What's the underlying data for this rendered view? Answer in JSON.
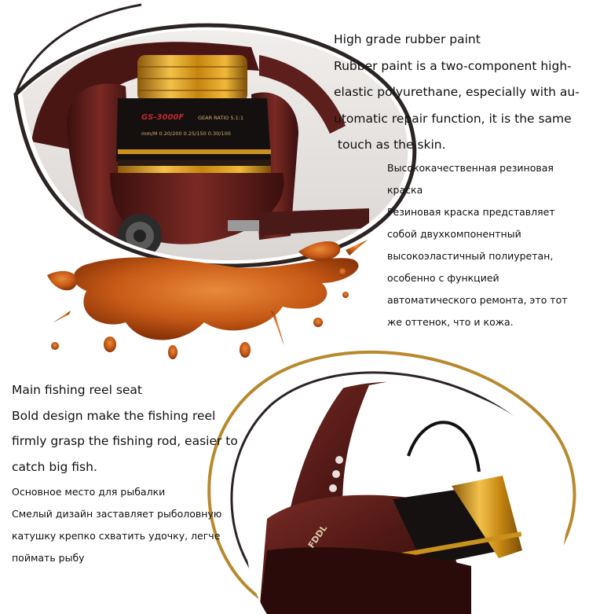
{
  "section1": {
    "en_title": "High grade rubber paint",
    "en_lines": [
      "Rubber paint is a two-component high-",
      "elastic polyurethane, especially with au-",
      "utomatic repair function, it is the same",
      " touch as the skin."
    ],
    "ru_lines": [
      "Высококачественная резиновая",
      "краска",
      "Резиновая краска представляет",
      "собой двухкомпонентный",
      "высокоэластичный полиуретан,",
      "особенно с функцией",
      "автоматического ремонта, это тот",
      "же оттенок, что и кожа."
    ],
    "spool_model": "GS-3000F",
    "spool_gear": "GEAR RATIO 5.1:1",
    "spool_line": "mm/M  0.20/200  0.25/150  0.30/100"
  },
  "section2": {
    "en_title": "Main fishing reel seat",
    "en_lines": [
      "Bold design make the fishing reel",
      "firmly grasp the fishing rod, easier to",
      "catch big fish."
    ],
    "ru_lines": [
      "Основное место для рыбалки",
      "Смелый дизайн заставляет рыболовную",
      "катушку крепко схватить удочку, легче",
      "поймать рыбу"
    ],
    "brand_logo": "FDDL"
  },
  "colors": {
    "maroon": "#5a1c1a",
    "gold": "#d99a1c",
    "paint": "#c8621e",
    "swoosh": "#2b2423",
    "bronze": "#b8892e"
  }
}
